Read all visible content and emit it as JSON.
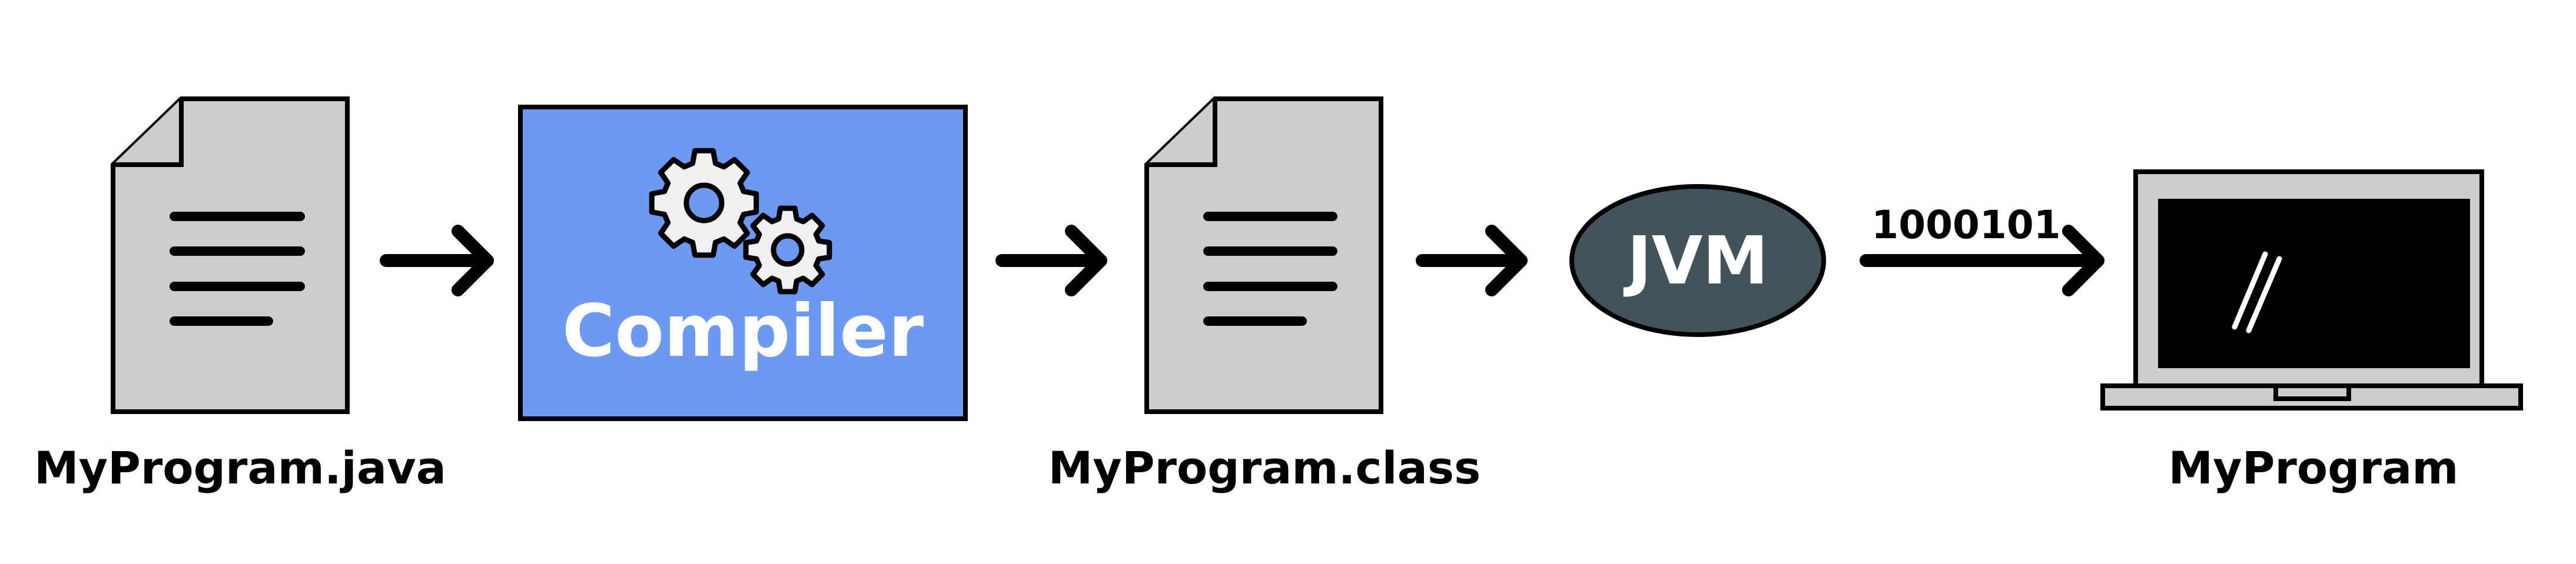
{
  "nodes": {
    "source_file": {
      "label": "MyProgram.java"
    },
    "compiler": {
      "label": "Compiler",
      "fill": "#6E99F3"
    },
    "class_file": {
      "label": "MyProgram.class"
    },
    "jvm": {
      "label": "JVM",
      "fill": "#44525C"
    },
    "computer": {
      "label": "MyProgram"
    }
  },
  "edges": {
    "jvm_to_computer": {
      "label": "1000101"
    }
  },
  "colors": {
    "document_fill": "#CDCDCD",
    "stroke": "#000000",
    "gear_fill": "#F0F0F2"
  }
}
